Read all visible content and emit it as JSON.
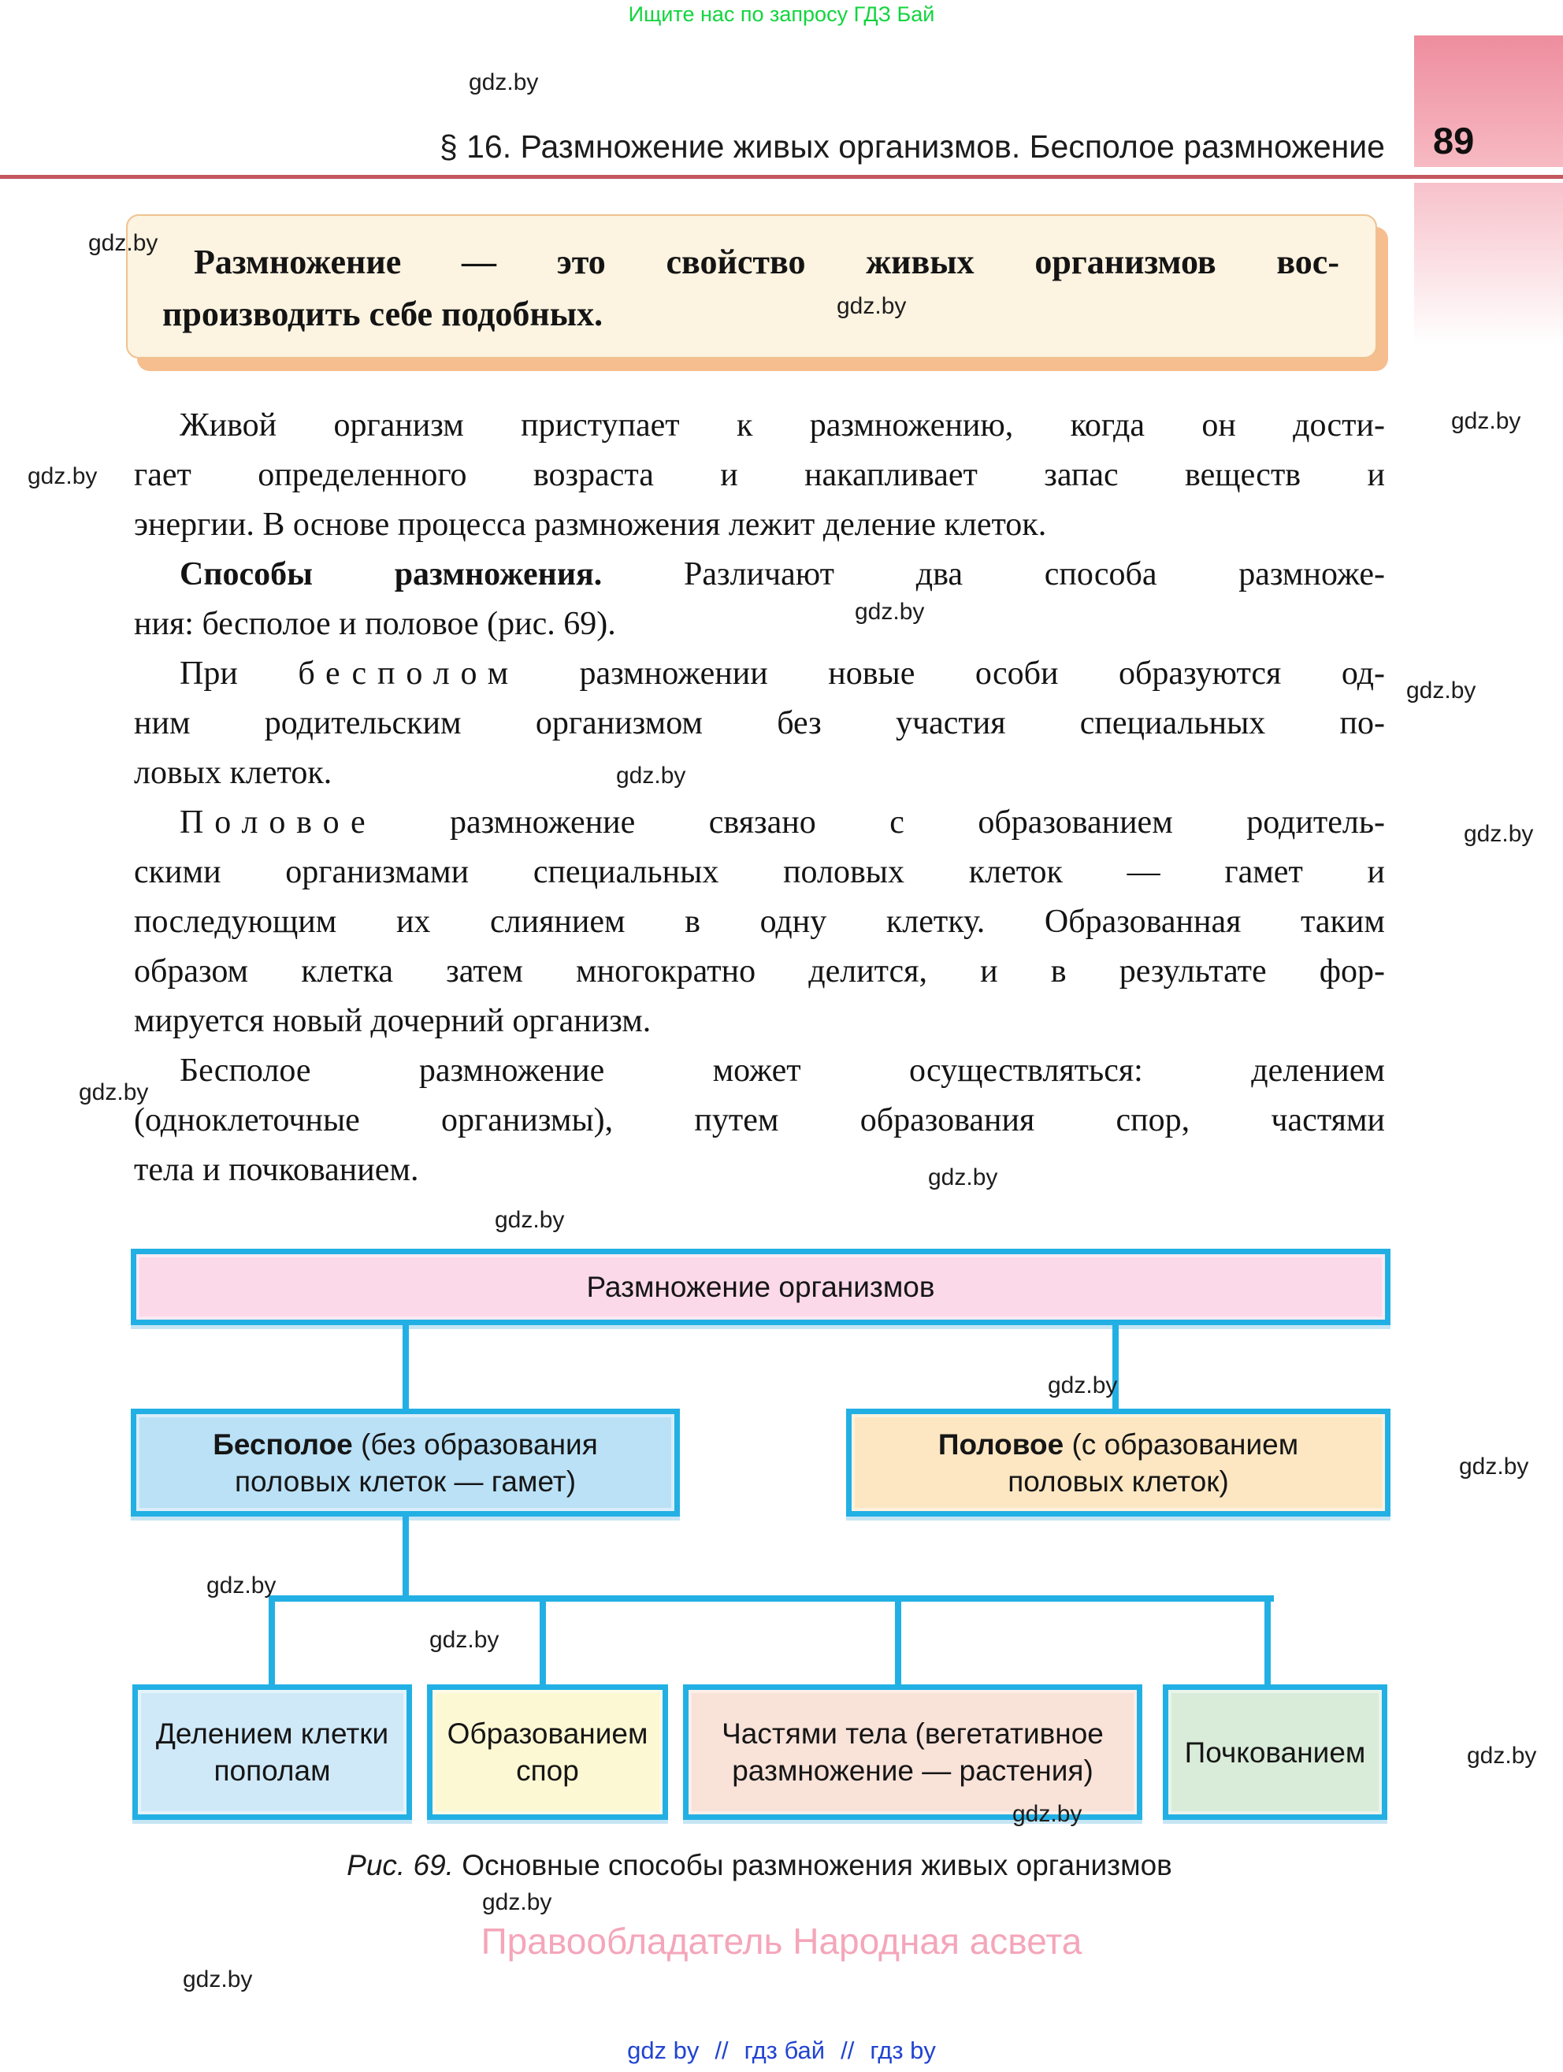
{
  "banner": {
    "text": "Ищите нас по запросу ГДЗ Бай"
  },
  "watermark": "gdz.by",
  "header": {
    "title": "§ 16. Размножение живых организмов. Бесполое размножение",
    "page_number": "89"
  },
  "definition": {
    "lines": [
      [
        {
          "t": "Размножение — это свойство живых организмов вос-"
        }
      ],
      [
        {
          "t": "производить себе подобных."
        }
      ]
    ]
  },
  "body": {
    "paragraphs": [
      {
        "lines": [
          [
            {
              "t": "Живой организм приступает к размножению, когда он дости-"
            }
          ],
          [
            {
              "t": "гает определенного возраста и накапливает запас веществ и"
            }
          ],
          [
            {
              "t": "энергии. В основе процесса размножения лежит деление клеток."
            }
          ]
        ]
      },
      {
        "lines": [
          [
            {
              "t": "Способы размножения.",
              "b": 1
            },
            {
              "t": " Различают два способа размноже-"
            }
          ],
          [
            {
              "t": "ния: бесполое и половое (рис. 69)."
            }
          ]
        ]
      },
      {
        "lines": [
          [
            {
              "t": "При "
            },
            {
              "t": "бесполом",
              "sp": 1
            },
            {
              "t": " размножении новые особи образуются од-"
            }
          ],
          [
            {
              "t": "ним родительским организмом без участия специальных по-"
            }
          ],
          [
            {
              "t": "ловых клеток."
            }
          ]
        ]
      },
      {
        "lines": [
          [
            {
              "t": "Половое",
              "sp": 1
            },
            {
              "t": " размножение связано с образованием родитель-"
            }
          ],
          [
            {
              "t": "скими организмами специальных половых клеток — гамет и"
            }
          ],
          [
            {
              "t": "последующим их слиянием в одну клетку. Образованная таким"
            }
          ],
          [
            {
              "t": "образом клетка затем многократно делится, и в результате фор-"
            }
          ],
          [
            {
              "t": "мируется новый дочерний организм."
            }
          ]
        ]
      },
      {
        "lines": [
          [
            {
              "t": "Бесполое размножение может осуществляться: делением"
            }
          ],
          [
            {
              "t": "(одноклеточные организмы), путем образования спор, частями"
            }
          ],
          [
            {
              "t": "тела и почкованием."
            }
          ]
        ]
      }
    ]
  },
  "figure": {
    "root": {
      "fill": "#fbd9e9",
      "lines": [
        [
          {
            "t": "Размножение организмов"
          }
        ]
      ]
    },
    "branches": [
      {
        "fill": "#bae1f6",
        "lines": [
          [
            {
              "t": "Бесполое",
              "b": 1
            },
            {
              "t": " (без образования"
            }
          ],
          [
            {
              "t": "половых клеток — гамет)"
            }
          ]
        ]
      },
      {
        "fill": "#fde7c3",
        "lines": [
          [
            {
              "t": "Половое",
              "b": 1
            },
            {
              "t": " (с образованием"
            }
          ],
          [
            {
              "t": "половых клеток)"
            }
          ]
        ]
      }
    ],
    "leaves": [
      {
        "fill": "#d0e9f8",
        "lines": [
          [
            {
              "t": "Делением клетки"
            }
          ],
          [
            {
              "t": "пополам"
            }
          ]
        ]
      },
      {
        "fill": "#fcf8d3",
        "lines": [
          [
            {
              "t": "Образованием"
            }
          ],
          [
            {
              "t": "спор"
            }
          ]
        ]
      },
      {
        "fill": "#f9e2d8",
        "lines": [
          [
            {
              "t": "Частями тела (вегетативное"
            }
          ],
          [
            {
              "t": "размножение — растения)"
            }
          ]
        ]
      },
      {
        "fill": "#d9ecd9",
        "lines": [
          [
            {
              "t": "Почкованием"
            }
          ]
        ]
      }
    ],
    "caption_label": "Рис. 69.",
    "caption_text": " Основные способы размножения живых организмов"
  },
  "footer": {
    "rights": "Правообладатель Народная асвета",
    "links": [
      "gdz by",
      "гдз бай",
      "гдз by"
    ],
    "separator": "//"
  },
  "colors": {
    "accent_cyan": "#22b0e4",
    "banner_green": "#12d43e",
    "rule_red": "#c4565e",
    "page_strip_pink_top": "#ee8d9e",
    "page_strip_pink_bottom": "#f7bac3",
    "defbox_fill": "#fcf3e1",
    "defbox_shadow": "#f6bd8f",
    "rights_pink": "#f4a6ba",
    "links_blue": "#2144d0"
  }
}
